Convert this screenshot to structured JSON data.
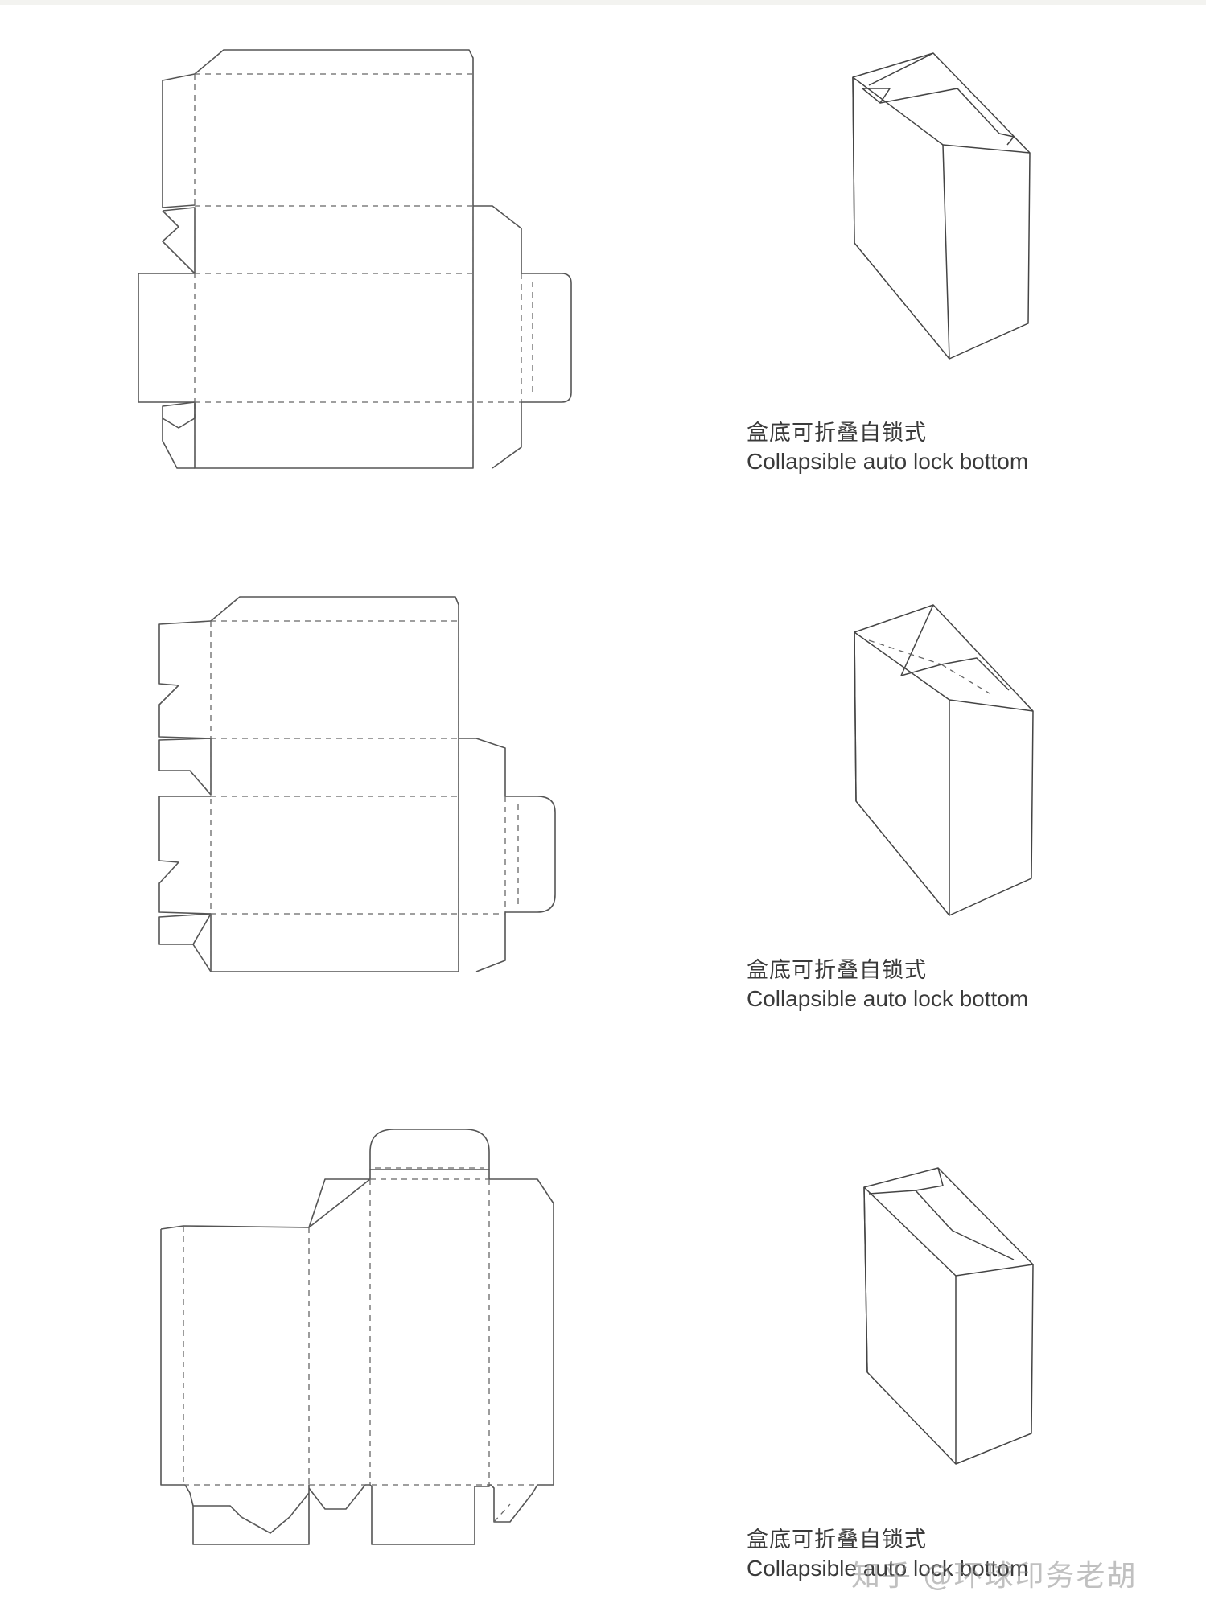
{
  "captions": [
    {
      "zh": "盒底可折叠自锁式",
      "en": "Collapsible auto lock bottom"
    },
    {
      "zh": "盒底可折叠自锁式",
      "en": "Collapsible auto lock bottom"
    },
    {
      "zh": "盒底可折叠自锁式",
      "en": "Collapsible auto lock bottom"
    }
  ],
  "watermark": "知乎 @环球印务老胡"
}
